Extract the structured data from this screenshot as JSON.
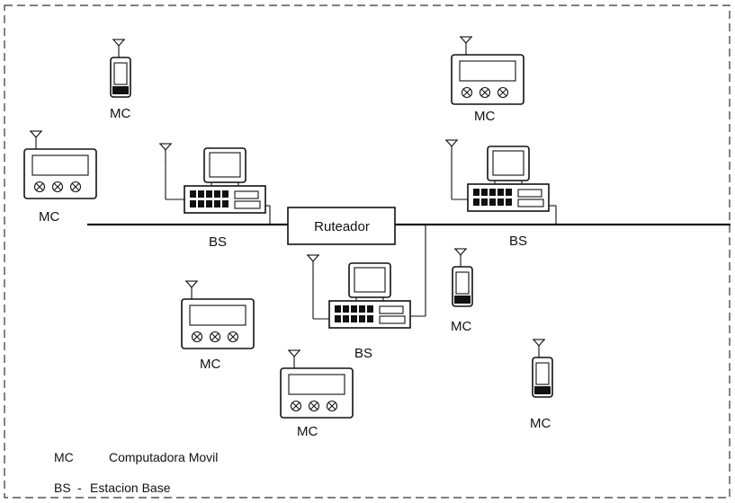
{
  "router": {
    "label": "Ruteador"
  },
  "base_stations": [
    {
      "id": "bs1",
      "label": "BS"
    },
    {
      "id": "bs2",
      "label": "BS"
    },
    {
      "id": "bs3",
      "label": "BS"
    }
  ],
  "mobile_computers": [
    {
      "id": "mc1",
      "label": "MC",
      "device": "handheld"
    },
    {
      "id": "mc2",
      "label": "MC",
      "device": "terminal"
    },
    {
      "id": "mc3",
      "label": "MC",
      "device": "terminal"
    },
    {
      "id": "mc4",
      "label": "MC",
      "device": "terminal"
    },
    {
      "id": "mc5",
      "label": "MC",
      "device": "handheld"
    },
    {
      "id": "mc6",
      "label": "MC",
      "device": "terminal"
    },
    {
      "id": "mc7",
      "label": "MC",
      "device": "handheld"
    }
  ],
  "legend": [
    {
      "abbr": "MC",
      "separator": "",
      "text": "Computadora Movil"
    },
    {
      "abbr": "BS",
      "separator": "-",
      "text": "Estacion Base"
    }
  ]
}
